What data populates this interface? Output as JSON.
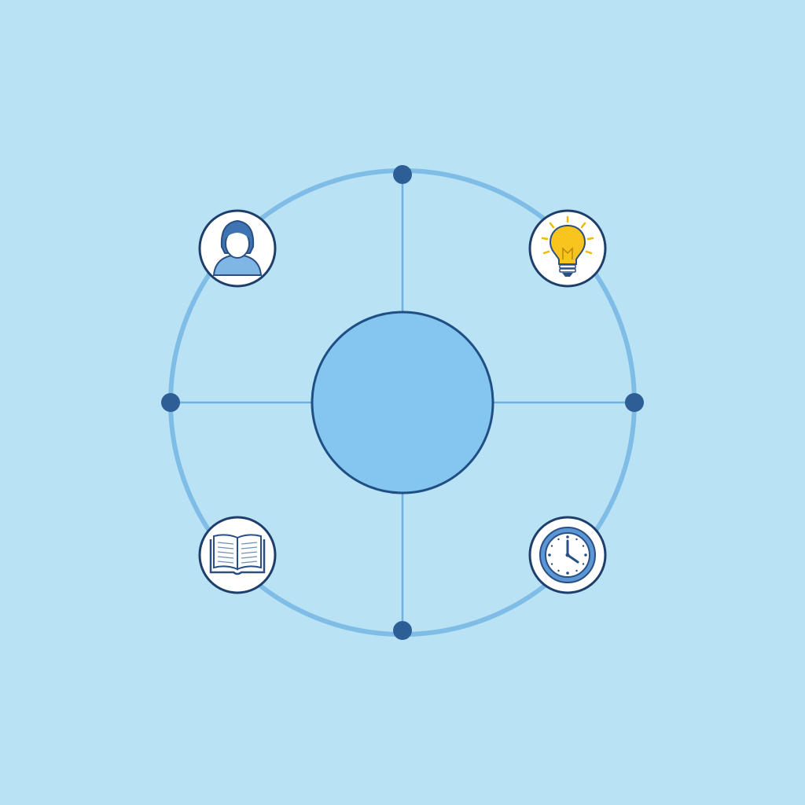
{
  "colors": {
    "background": "#b9e2f5",
    "ring": "#7fbde6",
    "spoke": "#6fb0e0",
    "center_fill": "#84c6ee",
    "center_stroke": "#1f4f86",
    "node": "#2d5f96",
    "badge_fill": "#ffffff",
    "badge_stroke": "#1f3f6b",
    "icon_stroke": "#2a4f82",
    "icon_fill_blue": "#7fb6e6",
    "bulb_yellow": "#f7c51e",
    "clock_ring": "#5b97d6"
  },
  "diagram": {
    "hub": {
      "label": ""
    },
    "connection_nodes": [
      "top",
      "right",
      "bottom",
      "left"
    ],
    "badges": [
      {
        "id": "person",
        "icon": "person-icon",
        "position": "top-left"
      },
      {
        "id": "idea",
        "icon": "lightbulb-icon",
        "position": "top-right"
      },
      {
        "id": "book",
        "icon": "open-book-icon",
        "position": "bottom-left"
      },
      {
        "id": "time",
        "icon": "clock-icon",
        "position": "bottom-right"
      }
    ]
  }
}
